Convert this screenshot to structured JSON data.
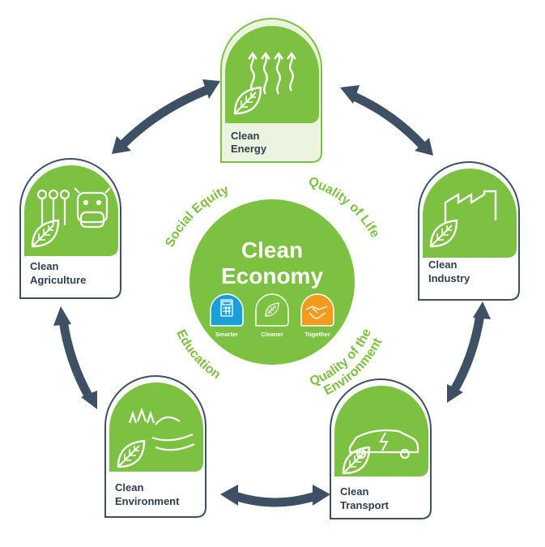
{
  "colors": {
    "green": "#7dc142",
    "dark_green": "#5a9a2e",
    "navy": "#3e5064",
    "blue": "#1aa0d9",
    "orange": "#f39a1f",
    "text_green": "#7dc142"
  },
  "center": {
    "title_line1": "Clean",
    "title_line2": "Economy",
    "pillars": [
      {
        "label": "Smarter",
        "icon": "calculator-icon",
        "color": "#1aa0d9"
      },
      {
        "label": "Cleaner",
        "icon": "leaf-icon",
        "color": "#7dc142"
      },
      {
        "label": "Together",
        "icon": "handshake-icon",
        "color": "#f39a1f"
      }
    ]
  },
  "values": {
    "social_equity": "Social Equity",
    "quality_of_life": "Quality of Life",
    "education": "Education",
    "quality_env_line1": "Quality of the",
    "quality_env_line2": "Environment"
  },
  "nodes": [
    {
      "id": "energy",
      "line1": "Clean",
      "line2": "Energy",
      "icon": "heat-waves-icon"
    },
    {
      "id": "industry",
      "line1": "Clean",
      "line2": "Industry",
      "icon": "factory-icon"
    },
    {
      "id": "transport",
      "line1": "Clean",
      "line2": "Transport",
      "icon": "electric-car-icon"
    },
    {
      "id": "environment",
      "line1": "Clean",
      "line2": "Environment",
      "icon": "landscape-icon"
    },
    {
      "id": "agriculture",
      "line1": "Clean",
      "line2": "Agriculture",
      "icon": "crops-cow-icon"
    }
  ]
}
